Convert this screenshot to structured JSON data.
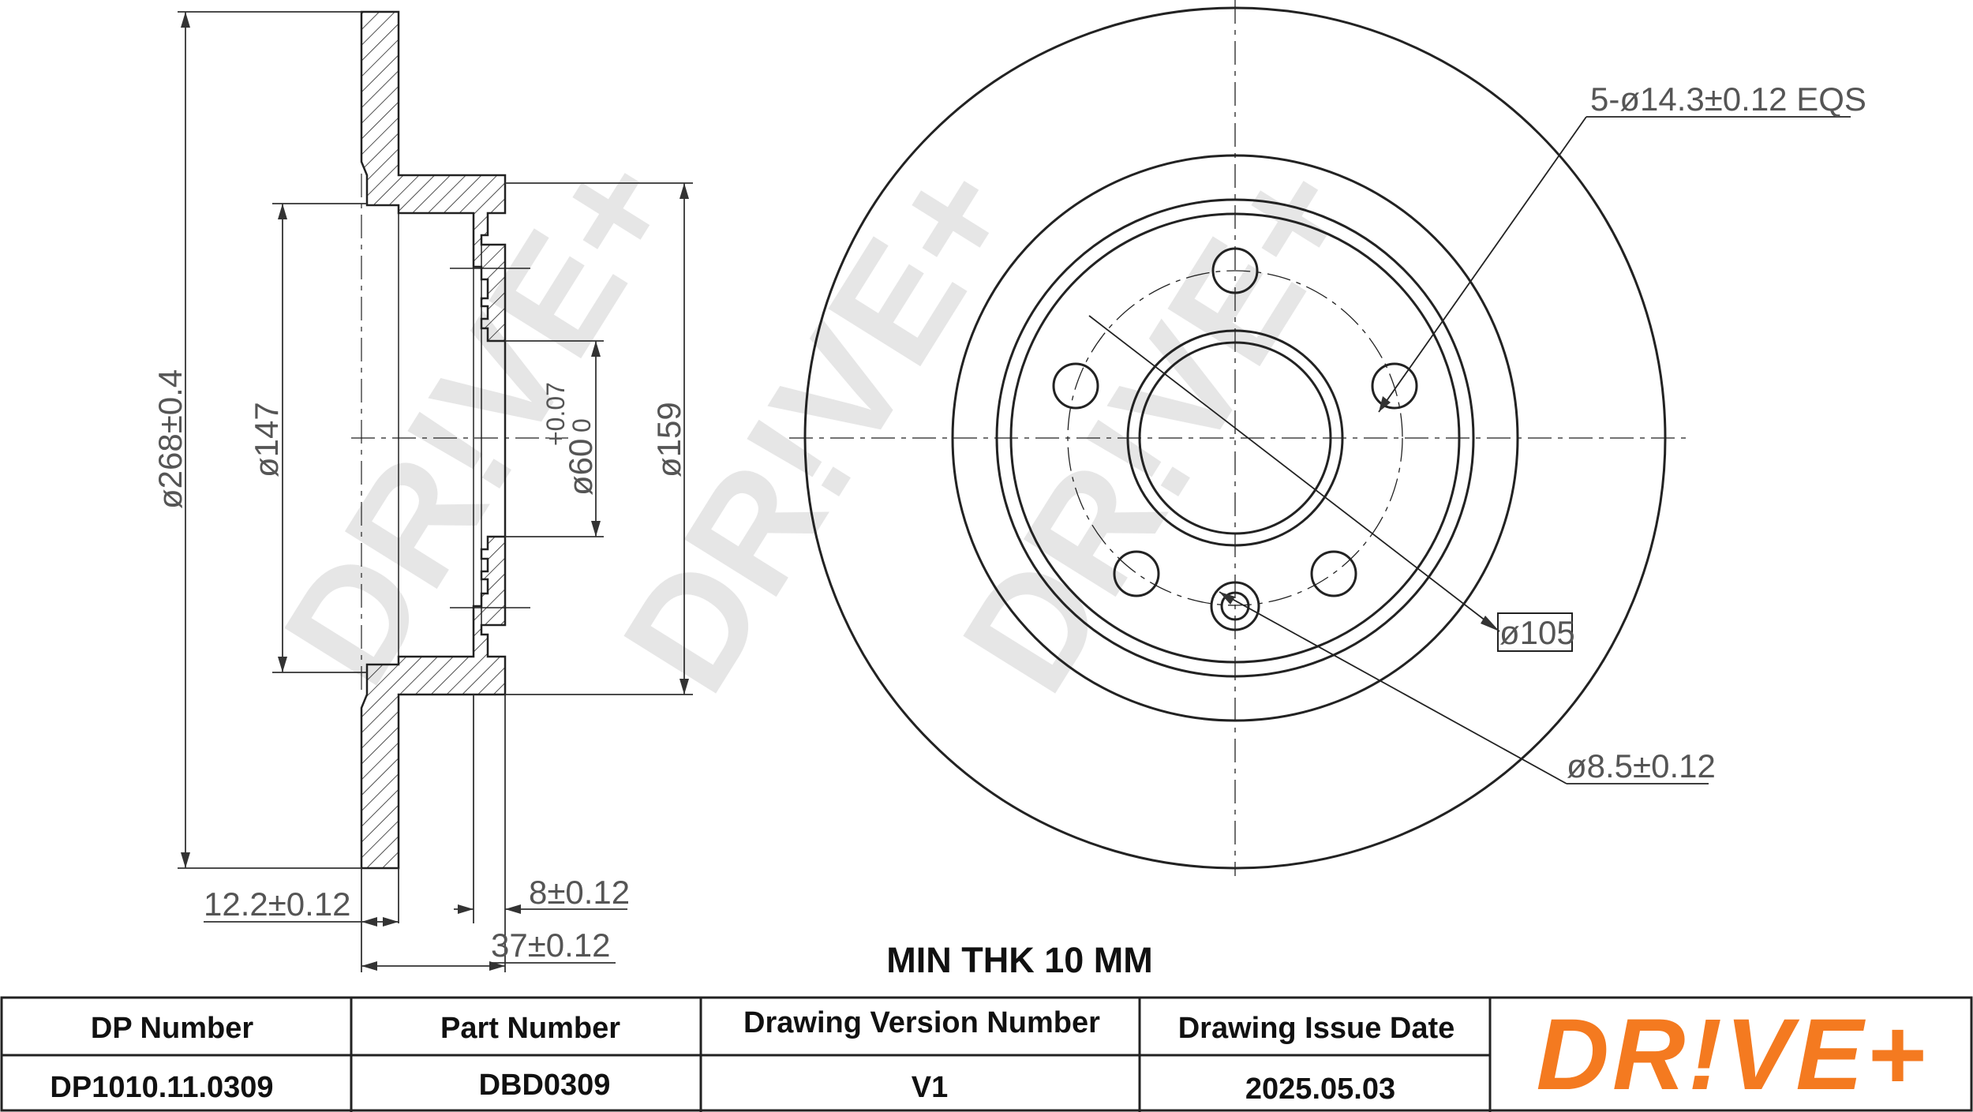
{
  "dimensions": {
    "outer_diameter": "268±0.4",
    "diameter_147": "147",
    "center_bore": "60",
    "center_bore_tol_upper": "+0.07",
    "center_bore_tol_lower": "0",
    "diameter_159": "159",
    "thickness": "12.2±0.12",
    "hat_depth": "8±0.12",
    "overall_height": "37±0.12",
    "bolt_holes": "5-ø14.3±0.12 EQS",
    "pcd": "ø105",
    "small_hole": "ø8.5±0.12"
  },
  "diameter_symbol": "ø",
  "note": "MIN THK 10 MM",
  "watermark": "DR!VE+",
  "table": {
    "headers": [
      "DP Number",
      "Part Number",
      "Drawing Version Number",
      "Drawing Issue Date"
    ],
    "values": [
      "DP1010.11.0309",
      "DBD0309",
      "V1",
      "2025.05.03"
    ]
  },
  "logo": {
    "text": "DR!VE+",
    "color": "#f47a20"
  }
}
